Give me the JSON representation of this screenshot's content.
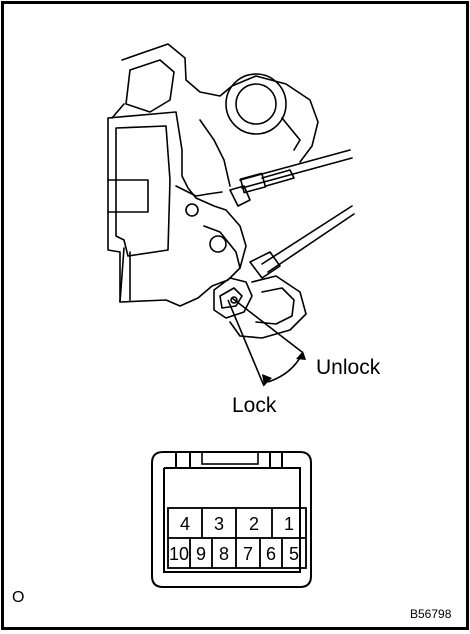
{
  "labels": {
    "unlock": "Unlock",
    "lock": "Lock",
    "corner_mark": "O",
    "figure_code": "B56798"
  },
  "connector": {
    "top_row": [
      "4",
      "3",
      "2",
      "1"
    ],
    "bottom_row": [
      "10",
      "9",
      "8",
      "7",
      "6",
      "5"
    ]
  }
}
